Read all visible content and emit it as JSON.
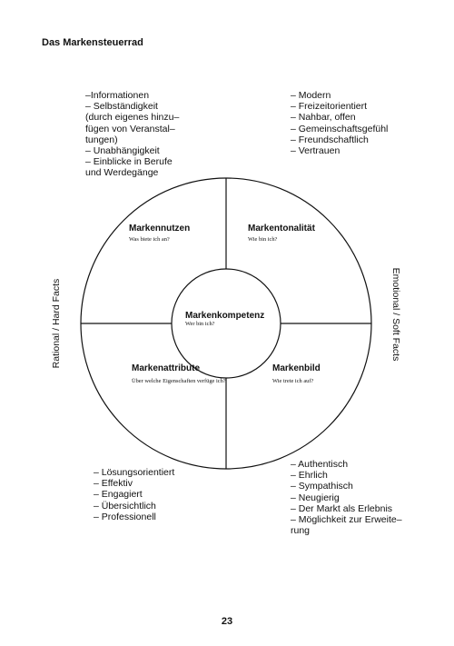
{
  "header": {
    "title": "Das Markensteuerrad"
  },
  "blocks": {
    "top_left": "–Informationen\n– Selbständigkeit\n(durch eigenes hinzu–\nfügen von Veranstal–\ntungen)\n– Unabhängigkeit\n– Einblicke in Berufe\nund Werdegänge",
    "top_right": "– Modern\n– Freizeitorientiert\n– Nahbar, offen\n– Gemeinschaftsgefühl\n– Freundschaftlich\n– Vertrauen",
    "bottom_left": "– Lösungsorientiert\n– Effektiv\n– Engagiert\n– Übersichtlich\n– Professionell",
    "bottom_right": "– Authentisch\n– Ehrlich\n– Sympathisch\n– Neugierig\n– Der Markt als Erlebnis\n– Möglichkeit zur Erweite–\nrung"
  },
  "side_labels": {
    "left": "Rational / Hard Facts",
    "right": "Emotional / Soft Facts"
  },
  "wheel": {
    "center": {
      "title": "Markenkompetenz",
      "subtitle": "Wer bin ich?"
    },
    "top_left": {
      "title": "Markennutzen",
      "subtitle": "Was biete ich an?"
    },
    "top_right": {
      "title": "Markentonalität",
      "subtitle": "Wie bin ich?"
    },
    "bottom_left": {
      "title": "Markenattribute",
      "subtitle": "Über welche Eigenschaften verfüge ich?"
    },
    "bottom_right": {
      "title": "Markenbild",
      "subtitle": "Wie trete ich auf?"
    }
  },
  "page": {
    "number": "23"
  }
}
